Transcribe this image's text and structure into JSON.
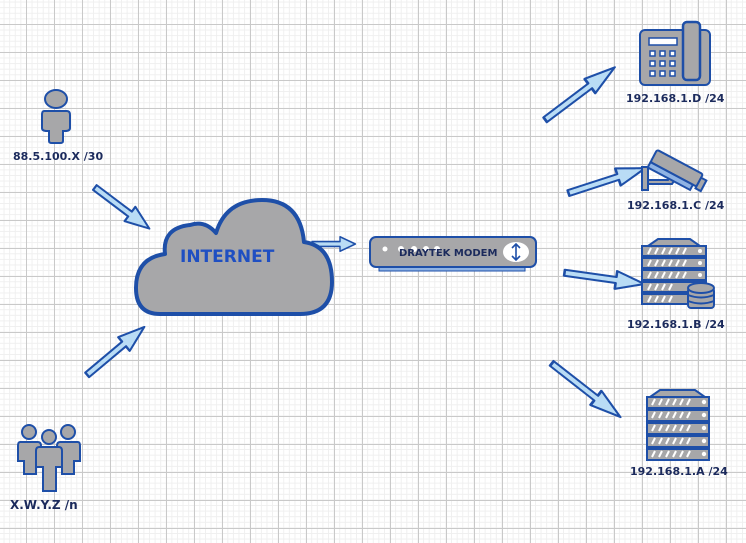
{
  "diagram": {
    "colors": {
      "stroke": "#1e4fa8",
      "fill": "#a7a7a9",
      "arrow_fill": "#b9dcf5",
      "label": "#1b2a5c",
      "cloud_text": "#1f4fc2"
    },
    "cloud": {
      "label": "INTERNET",
      "icon": "cloud-icon"
    },
    "modem": {
      "label": "DRAYTEK MODEM",
      "icon": "modem-icon"
    },
    "sources": [
      {
        "label": "88.5.100.X /30",
        "icon": "user-icon"
      },
      {
        "label": "X.W.Y.Z /n",
        "icon": "users-group-icon"
      }
    ],
    "devices": [
      {
        "label": "192.168.1.D /24",
        "icon": "phone-icon"
      },
      {
        "label": "192.168.1.C /24",
        "icon": "camera-icon"
      },
      {
        "label": "192.168.1.B /24",
        "icon": "database-server-icon"
      },
      {
        "label": "192.168.1.A /24",
        "icon": "server-icon"
      }
    ]
  }
}
